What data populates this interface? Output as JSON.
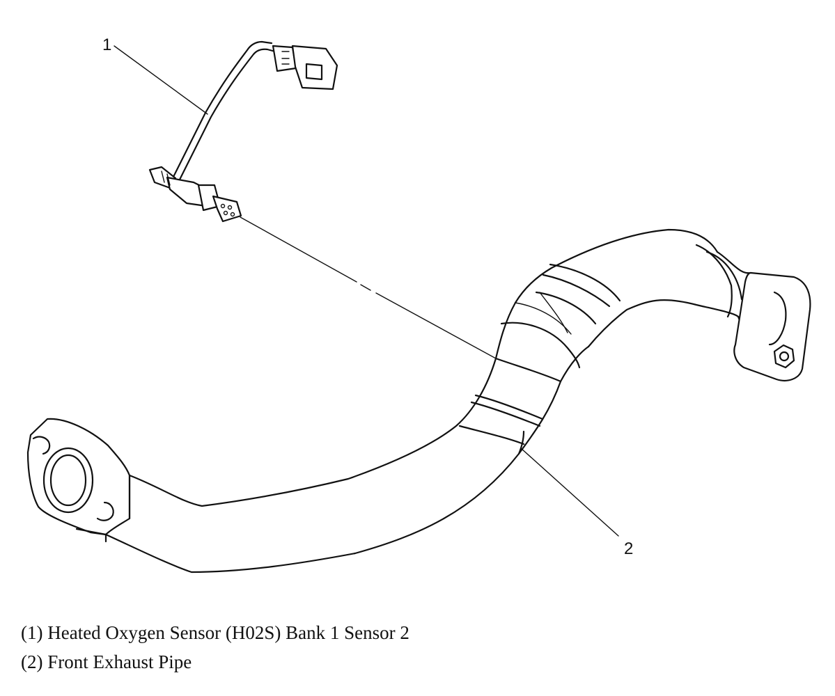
{
  "callouts": [
    {
      "number": "1"
    },
    {
      "number": "2"
    }
  ],
  "legend": [
    {
      "text": "(1) Heated Oxygen Sensor (H02S) Bank 1 Sensor 2"
    },
    {
      "text": "(2) Front Exhaust Pipe"
    }
  ]
}
